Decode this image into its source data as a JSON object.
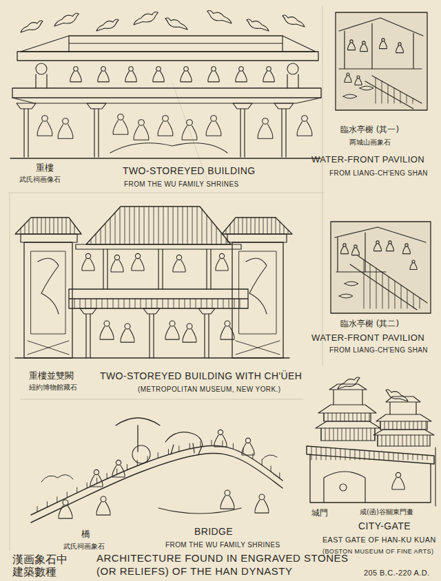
{
  "diagram": {
    "title": "ARCHITECTURE FOUND IN ENGRAVED STONES (OR RELIEFS) OF THE HAN DYNASTY",
    "labels": [
      "重樓",
      "武氏祠画像石",
      "TWO-STOREYED BUILDING",
      "FROM THE WU FAMILY SHRINES",
      "臨水亭榭 (其一)",
      "两城山画象石",
      "WATER-FRONT PAVILION",
      "FROM LIANG-CH'ENG SHAN",
      "臨水亭榭 (其二)",
      "WATER-FRONT PAVILION",
      "FROM LIANG-CH'ENG SHAN",
      "重樓並雙闕",
      "紐約博物館藏石",
      "TWO-STOREYED BUILDING WITH CH'ÜEH",
      "(METROPOLITAN MUSEUM, NEW YORK.)",
      "橋",
      "武氏祠画象石",
      "BRIDGE",
      "FROM THE WU FAMILY SHRINES",
      "城門",
      "咸(函)谷關東門畫",
      "CITY-GATE",
      "EAST GATE OF HAN-KU KUAN",
      "(BOSTON MUSEUM OF FINE ARTS)",
      "漢画象石中 建築數種",
      "205 B.C.-220 A.D."
    ]
  }
}
